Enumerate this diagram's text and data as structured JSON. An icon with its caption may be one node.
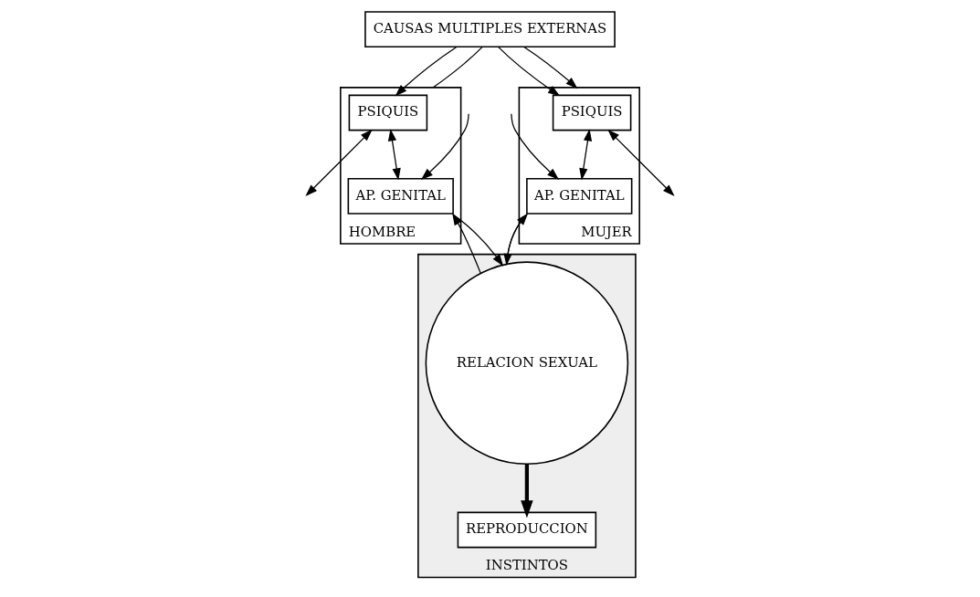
{
  "diagram": {
    "nodes": [
      {
        "text": [
          "CAUSAS MULTIPLES EXTERNAS"
        ]
      },
      {
        "text": [
          "HOMBRE"
        ]
      },
      {
        "text": [
          "PSIQUIS"
        ],
        "in": 1
      },
      {
        "text": [
          "AP. GENITAL"
        ],
        "in": 1
      },
      {
        "text": [
          "INSTINTOS"
        ]
      },
      {
        "text": [
          "RELACION SEXUAL"
        ],
        "in": 4
      },
      {
        "text": [
          "REPRODUCCION"
        ],
        "in": 4
      },
      {
        "text": [
          "MUJER"
        ]
      },
      {
        "text": [
          "PSIQUIS"
        ],
        "in": 7
      },
      {
        "text": [
          "AP. GENITAL"
        ],
        "in": 7
      }
    ],
    "edges": [
      {
        "from": 0,
        "to": 2,
        "arrow": "to"
      },
      {
        "from": 0,
        "to": 1,
        "arrow": "none"
      },
      {
        "from": 0,
        "to": 8,
        "arrow": "to"
      },
      {
        "from": 0,
        "to": 7,
        "arrow": "to"
      },
      {
        "from": 2,
        "to": null,
        "arrow": "both"
      },
      {
        "from": 2,
        "to": 3,
        "arrow": "both"
      },
      {
        "from": 8,
        "to": null,
        "arrow": "both"
      },
      {
        "from": 8,
        "to": 9,
        "arrow": "both"
      },
      {
        "from": 3,
        "to": 5,
        "arrow": "to"
      },
      {
        "from": 5,
        "to": 3,
        "arrow": "to"
      },
      {
        "from": 9,
        "to": 5,
        "arrow": "to"
      },
      {
        "from": 5,
        "to": 9,
        "arrow": "to"
      },
      {
        "from": null,
        "to": 3,
        "arrow": "to"
      },
      {
        "from": null,
        "to": 9,
        "arrow": "to"
      },
      {
        "from": 5,
        "to": 6,
        "arrow": "to",
        "style": "thick"
      }
    ]
  }
}
